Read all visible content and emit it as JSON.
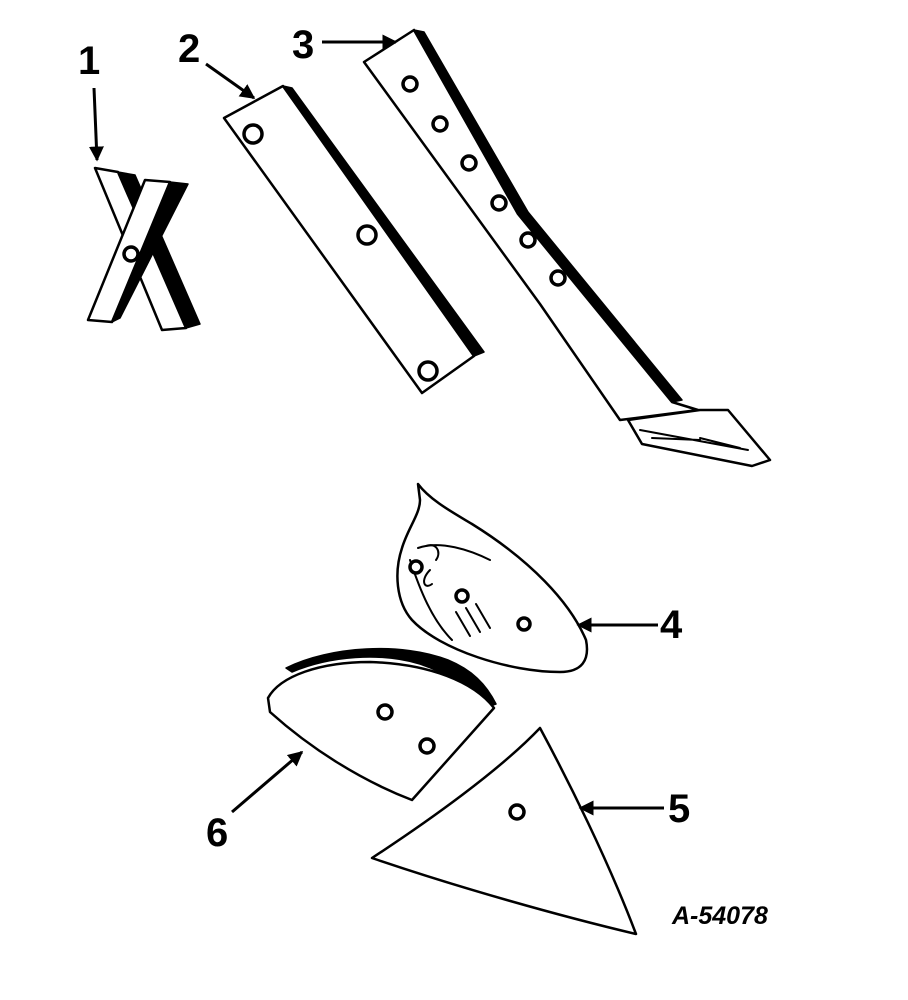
{
  "callouts": [
    "1",
    "2",
    "3",
    "4",
    "5",
    "6"
  ],
  "drawing_number": "A-54078"
}
